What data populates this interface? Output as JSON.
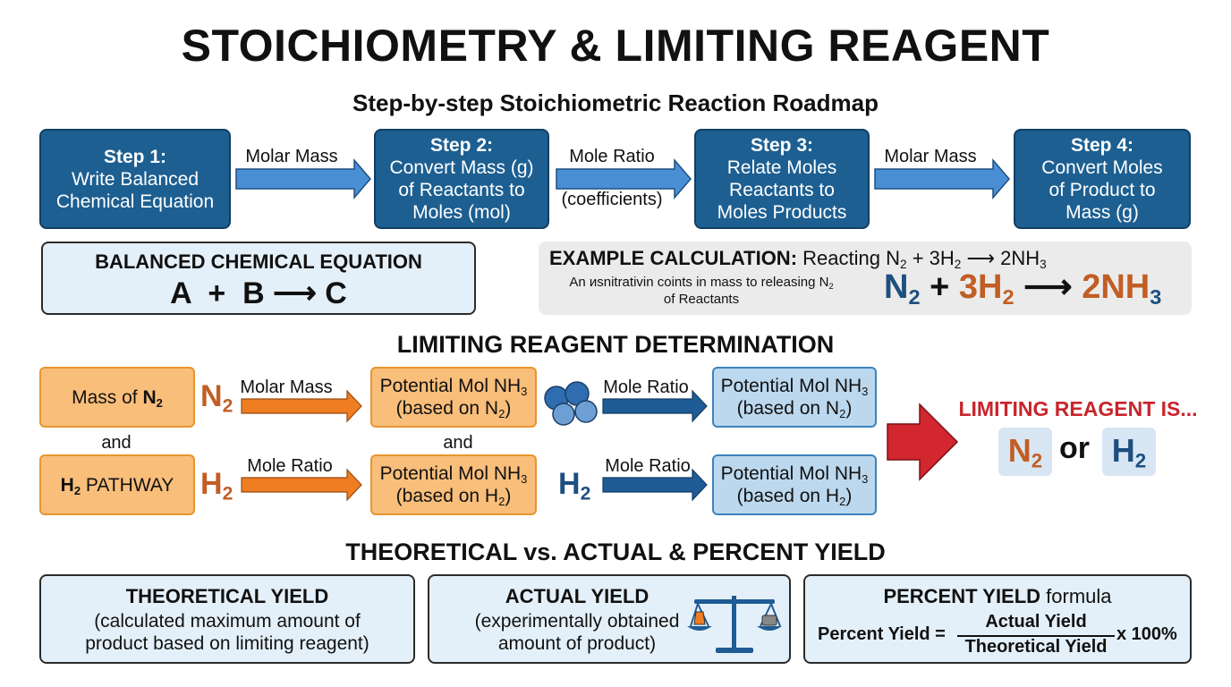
{
  "title": "STOICHIOMETRY & LIMITING REAGENT",
  "subtitle": "Step-by-step Stoichiometric Reaction Roadmap",
  "steps": [
    {
      "head": "Step 1:",
      "line1": "Write Balanced",
      "line2": "Chemical Equation",
      "line3": ""
    },
    {
      "head": "Step 2:",
      "line1": "Convert Mass (g)",
      "line2": "of Reactants to",
      "line3": "Moles (mol)"
    },
    {
      "head": "Step 3:",
      "line1": "Relate Moles",
      "line2": "Reactants to",
      "line3": "Moles Products"
    },
    {
      "head": "Step 4:",
      "line1": "Convert Moles",
      "line2": "of Product to",
      "line3": "Mass (g)"
    }
  ],
  "step_arrows": [
    {
      "label": "Molar Mass",
      "sub": ""
    },
    {
      "label": "Mole Ratio",
      "sub": "(coefficients)"
    },
    {
      "label": "Molar Mass",
      "sub": ""
    }
  ],
  "balanced": {
    "heading": "BALANCED CHEMICAL EQUATION",
    "equation": "A  +  B"
  },
  "balanced_product": "C",
  "example": {
    "heading": "EXAMPLE CALCULATION:",
    "reaction_prefix": "Reacting N",
    "reaction_mid": " + 3H",
    "reaction_end": "2NH",
    "note_line1": "An ᴎsnitrativin coints in mass to releasing N",
    "note_line2": "of Reactants",
    "big_n": "N",
    "big_plus": "+",
    "big_3h": "3H",
    "big_nh": "2NH",
    "sub2": "2",
    "sub3": "3"
  },
  "limiting_heading": "LIMITING REAGENT DETERMINATION",
  "n2_row": {
    "start_prefix": "Mass of ",
    "start_elem": "N",
    "symbol": "N",
    "arrow1": "Molar Mass",
    "potential": "Potential Mol NH",
    "based": "(based on N",
    "arrow2": "Mole Ratio"
  },
  "h2_row": {
    "start_elem": "H",
    "start_suffix": " PATHWAY",
    "symbol": "H",
    "arrow1": "Mole Ratio",
    "potential": "Potential Mol NH",
    "based": "(based on H",
    "arrow2": "Mole Ratio"
  },
  "and_label": "and",
  "result": {
    "heading": "LIMITING REAGENT IS...",
    "a": "N",
    "or": "or",
    "b": "H"
  },
  "yield_heading": "THEORETICAL vs. ACTUAL & PERCENT YIELD",
  "theoretical": {
    "heading": "THEORETICAL YIELD",
    "line1": "(calculated maximum amount of",
    "line2": "product based on limiting reagent)"
  },
  "actual": {
    "heading": "ACTUAL YIELD",
    "line1": "(experimentally obtained",
    "line2": "amount of product)"
  },
  "percent": {
    "heading": "PERCENT YIELD",
    "heading_suffix": " formula",
    "lhs": "Percent Yield =",
    "numerator": "Actual Yield",
    "denominator": "Theoretical Yield",
    "factor": "x 100%"
  },
  "colors": {
    "step_blue": "#1d5f91",
    "arrow_blue": "#4a8fd4",
    "arrow_orange": "#ef7d22",
    "dark_blue_arrow": "#1f5b94",
    "orange_text": "#c15e25",
    "navy_text": "#1d4f80",
    "red": "#c8252c"
  }
}
